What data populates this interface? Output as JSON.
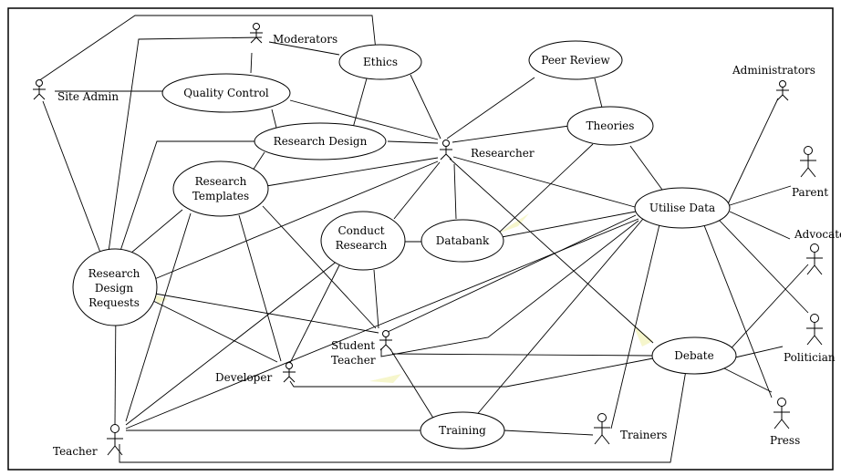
{
  "use_cases": {
    "ethics": "Ethics",
    "peer_review": "Peer Review",
    "quality_control": "Quality Control",
    "research_design": "Research Design",
    "theories": "Theories",
    "research_templates": [
      "Research",
      "Templates"
    ],
    "conduct_research": [
      "Conduct",
      "Research"
    ],
    "databank": "Databank",
    "utilise_data": "Utilise Data",
    "research_design_requests": [
      "Research",
      "Design",
      "Requests"
    ],
    "debate": "Debate",
    "training": "Training"
  },
  "actors": {
    "moderators": "Moderators",
    "site_admin": "Site Admin",
    "researcher": "Researcher",
    "administrators": "Administrators",
    "parent": "Parent",
    "advocate": "Advocate",
    "politician": "Politician",
    "press": "Press",
    "student_teacher": [
      "Student",
      "Teacher"
    ],
    "developer": "Developer",
    "teacher": "Teacher",
    "trainers": "Trainers"
  },
  "colors": {
    "highlight": "#f6f6cc",
    "stroke": "#000000"
  }
}
